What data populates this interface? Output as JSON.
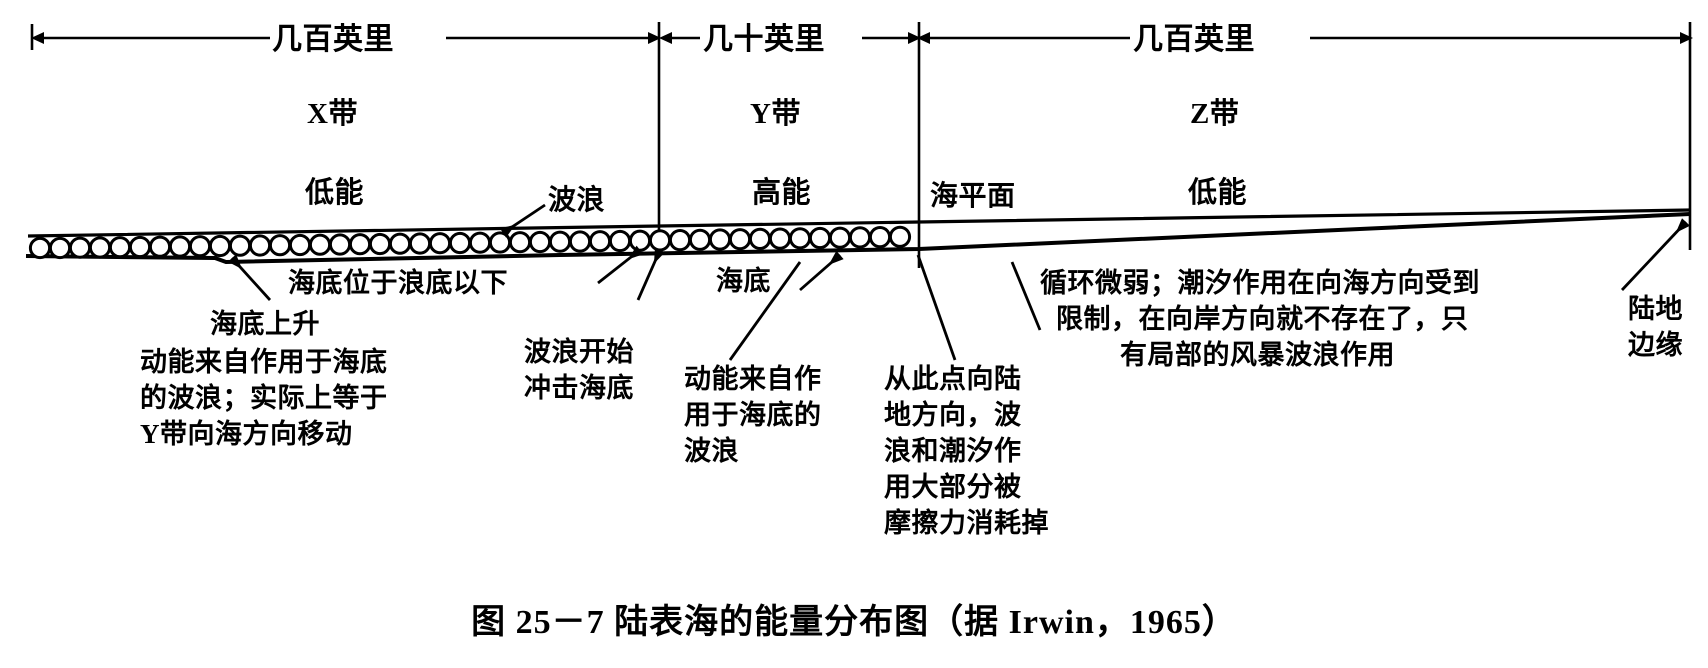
{
  "figure": {
    "caption": "图 25－7  陆表海的能量分布图（据 Irwin，1965）"
  },
  "zones": [
    {
      "id": "X",
      "dimension_label": "几百英里",
      "name_label": "X带",
      "energy_label": "低能"
    },
    {
      "id": "Y",
      "dimension_label": "几十英里",
      "name_label": "Y带",
      "energy_label": "高能"
    },
    {
      "id": "Z",
      "dimension_label": "几百英里",
      "name_label": "Z带",
      "energy_label": "低能"
    }
  ],
  "labels": {
    "sea_level": "海平面",
    "waves": "波浪",
    "sea_floor": "海底",
    "sea_floor_below_wave_base": "海底位于浪底以下",
    "land_margin_line1": "陆地",
    "land_margin_line2": "边缘"
  },
  "annotations": {
    "seafloor_rise": {
      "heading": "海底上升",
      "line1": "动能来自作用于海底",
      "line2": "的波浪；实际上等于",
      "line3": "Y带向海方向移动"
    },
    "waves_begin_impact": {
      "line1": "波浪开始",
      "line2": "冲击海底"
    },
    "kinetic_energy_from_waves": {
      "line1": "动能来自作",
      "line2": "用于海底的",
      "line3": "波浪"
    },
    "landward_friction": {
      "line1": "从此点向陆",
      "line2": "地方向，波",
      "line3": "浪和潮汐作",
      "line4": "用大部分被",
      "line5": "摩擦力消耗掉"
    },
    "weak_circulation": {
      "line1": "循环微弱；潮汐作用在向海方向受到",
      "line2": "限制，在向岸方向就不存在了，只",
      "line3": "有局部的风暴波浪作用"
    }
  },
  "colors": {
    "ink": "#000000",
    "paper": "#ffffff"
  }
}
